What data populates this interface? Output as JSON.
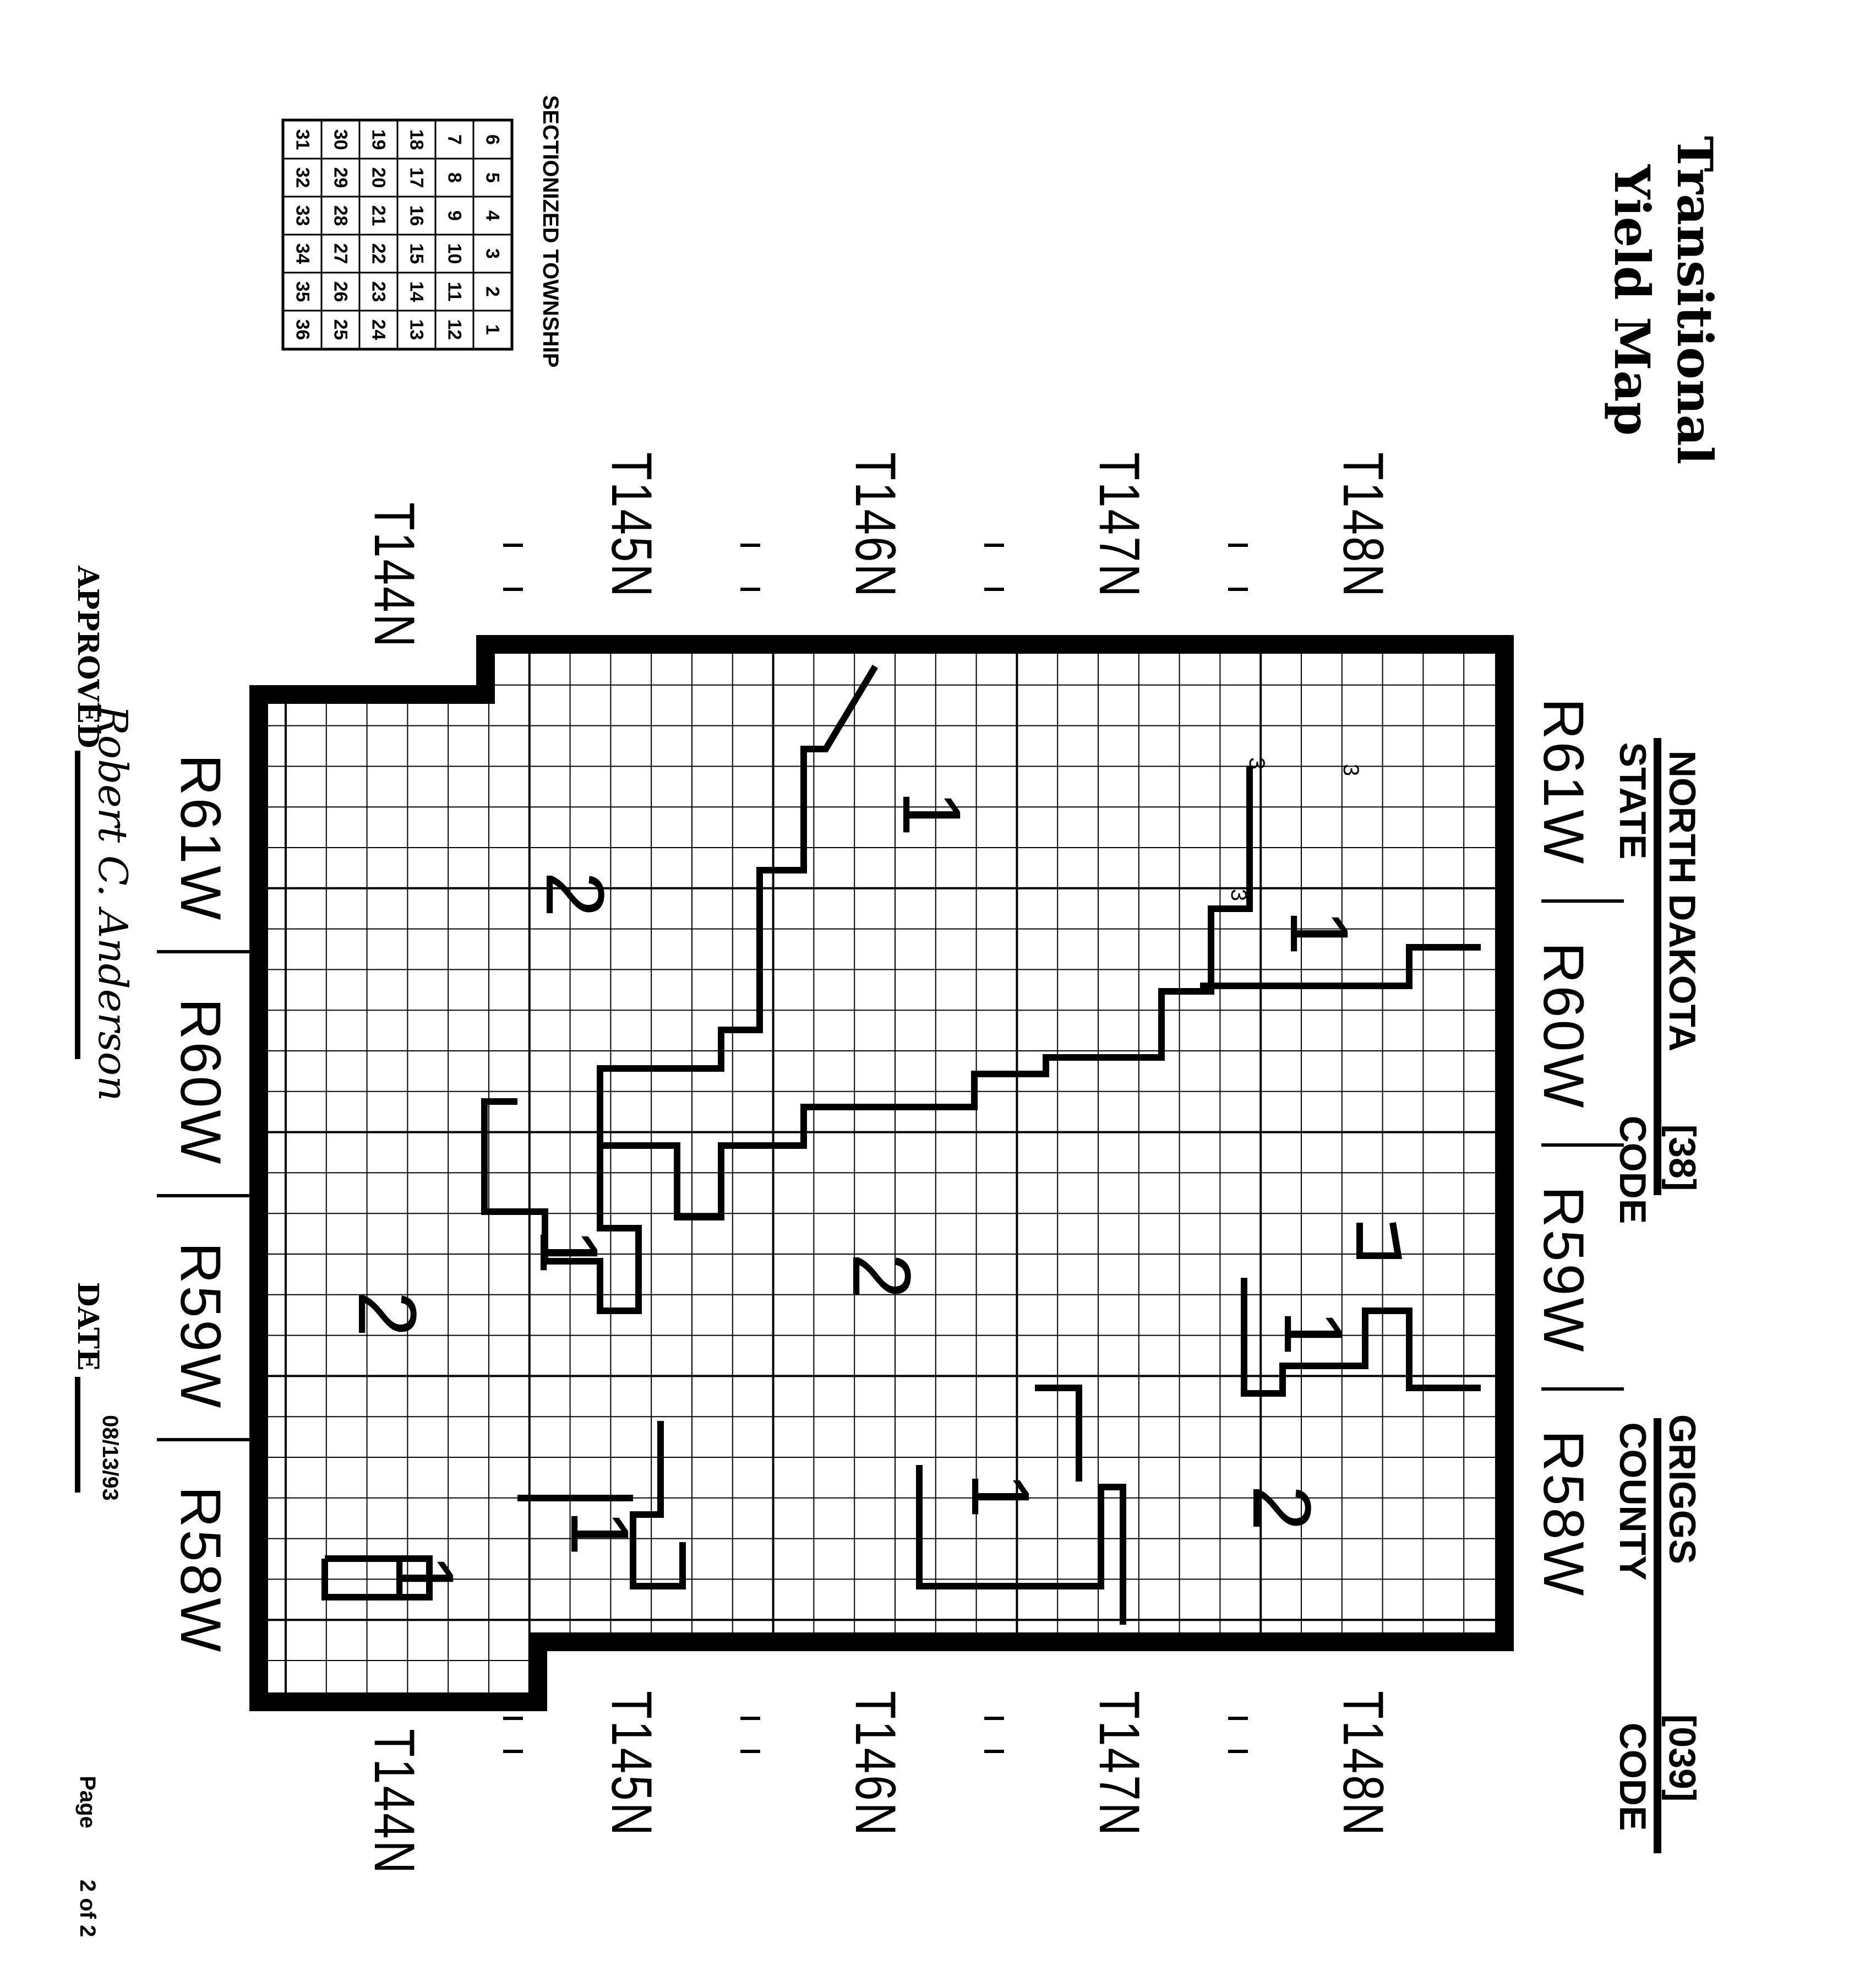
{
  "title": {
    "line1": "Transitional",
    "line2": "Yield Map"
  },
  "state": {
    "name": "NORTH DAKOTA",
    "code": "[38]",
    "label": "STATE",
    "code_label": "CODE"
  },
  "county": {
    "name": "GRIGGS",
    "code": "[039]",
    "label": "COUNTY",
    "code_label": "CODE"
  },
  "townships": [
    "T148N",
    "T147N",
    "T146N",
    "T145N",
    "T144N"
  ],
  "ranges": [
    "R61W",
    "R60W",
    "R59W",
    "R58W"
  ],
  "zones": [
    "1",
    "1",
    "2",
    "2",
    "2",
    "1",
    "1",
    "2",
    "1",
    "1",
    "1",
    "3",
    "3",
    "3"
  ],
  "sectionized": {
    "label": "SECTIONIZED TOWNSHIP",
    "rows": [
      [
        "6",
        "5",
        "4",
        "3",
        "2",
        "1"
      ],
      [
        "7",
        "8",
        "9",
        "10",
        "11",
        "12"
      ],
      [
        "18",
        "17",
        "16",
        "15",
        "14",
        "13"
      ],
      [
        "19",
        "20",
        "21",
        "22",
        "23",
        "24"
      ],
      [
        "30",
        "29",
        "28",
        "27",
        "26",
        "25"
      ],
      [
        "31",
        "32",
        "33",
        "34",
        "35",
        "36"
      ]
    ]
  },
  "footer": {
    "approved_label": "APPROVED",
    "signature": "Robert C. Anderson",
    "date_label": "DATE",
    "date": "08/13/93",
    "page_label": "Page",
    "page": "2 of 2"
  }
}
